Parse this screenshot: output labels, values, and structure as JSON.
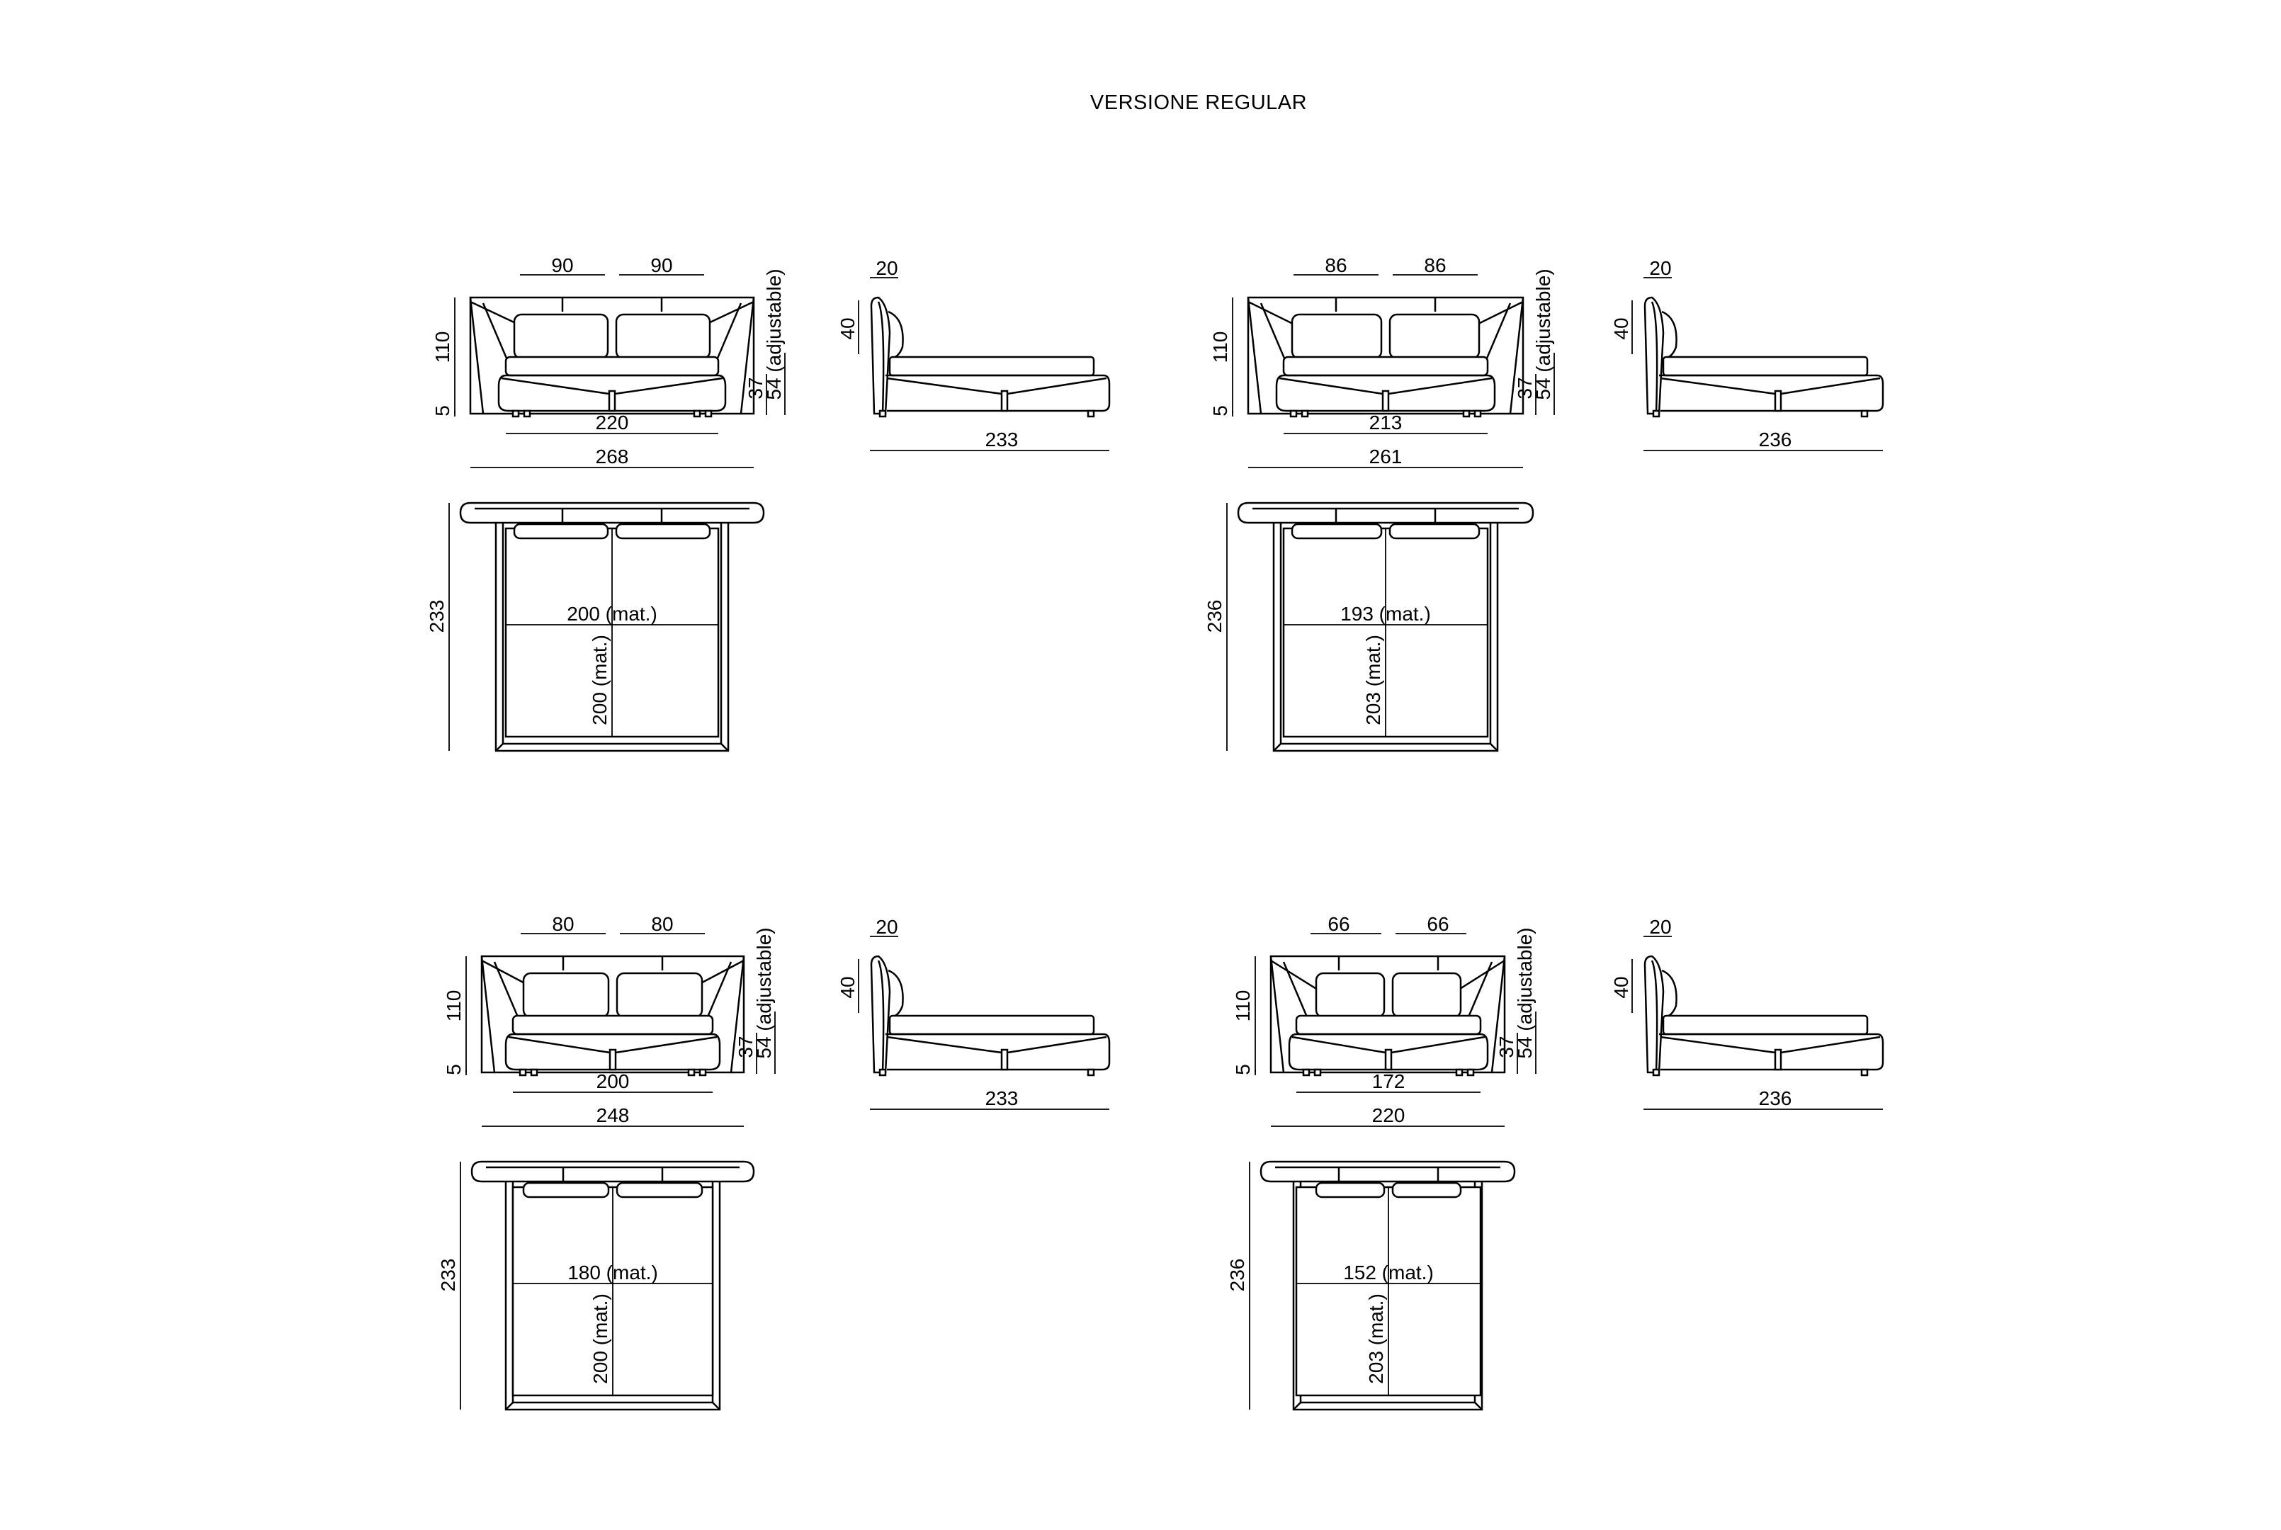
{
  "title": "VERSIONE REGULAR",
  "variants": [
    {
      "front": {
        "w1": "90",
        "w2": "90",
        "h": "110",
        "foot": "5",
        "mid": "220",
        "total": "268",
        "seat": "37",
        "adj": "54 (adjustable)"
      },
      "side": {
        "top": "20",
        "hb": "40",
        "len": "233"
      },
      "plan": {
        "len": "233",
        "matw": "200 (mat.)",
        "matl": "200 (mat.)"
      }
    },
    {
      "front": {
        "w1": "86",
        "w2": "86",
        "h": "110",
        "foot": "5",
        "mid": "213",
        "total": "261",
        "seat": "37",
        "adj": "54 (adjustable)"
      },
      "side": {
        "top": "20",
        "hb": "40",
        "len": "236"
      },
      "plan": {
        "len": "236",
        "matw": "193 (mat.)",
        "matl": "203 (mat.)"
      }
    },
    {
      "front": {
        "w1": "80",
        "w2": "80",
        "h": "110",
        "foot": "5",
        "mid": "200",
        "total": "248",
        "seat": "37",
        "adj": "54 (adjustable)"
      },
      "side": {
        "top": "20",
        "hb": "40",
        "len": "233"
      },
      "plan": {
        "len": "233",
        "matw": "180 (mat.)",
        "matl": "200 (mat.)"
      }
    },
    {
      "front": {
        "w1": "66",
        "w2": "66",
        "h": "110",
        "foot": "5",
        "mid": "172",
        "total": "220",
        "seat": "37",
        "adj": "54 (adjustable)"
      },
      "side": {
        "top": "20",
        "hb": "40",
        "len": "236"
      },
      "plan": {
        "len": "236",
        "matw": "152 (mat.)",
        "matl": "203 (mat.)"
      }
    }
  ]
}
